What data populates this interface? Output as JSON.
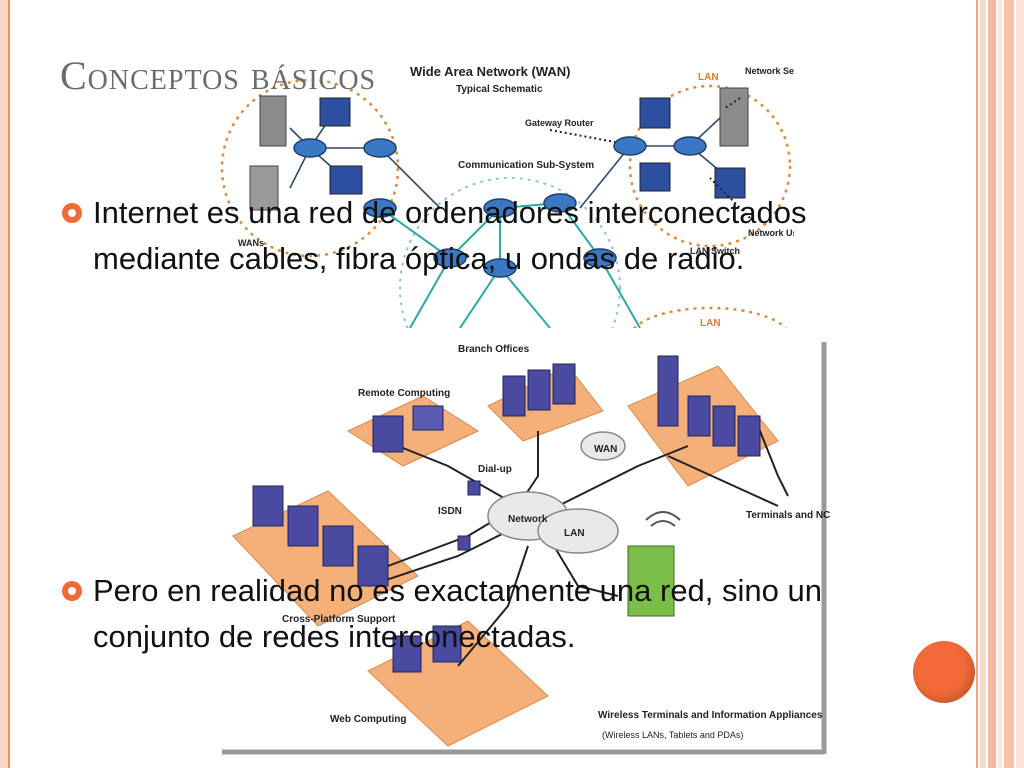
{
  "slide": {
    "title": "Conceptos básicos",
    "bullets": [
      "Internet es una red de ordenadores interconectados mediante cables, fibra óptica, u ondas de radio.",
      "Pero en realidad no es exactamente una red, sino un conjunto de redes interconectadas."
    ]
  },
  "wan_diagram": {
    "title": "Wide Area Network (WAN)",
    "subtitle": "Typical Schematic",
    "labels": {
      "lan_top": "LAN",
      "lan_bottom": "LAN",
      "network_servers": "Network Servers",
      "gateway_router": "Gateway Router",
      "communication_subsystem": "Communication Sub-System",
      "network_users": "Network Users",
      "wans": "WANs",
      "lan_switch": "LAN Switch"
    }
  },
  "enterprise_diagram": {
    "labels": {
      "branch_offices": "Branch Offices",
      "remote_computing": "Remote Computing",
      "dial_up": "Dial-up",
      "wan": "WAN",
      "isdn": "ISDN",
      "network": "Network",
      "lan": "LAN",
      "terminals": "Terminals and NCs",
      "cross_platform": "Cross-Platform Support",
      "web_computing": "Web Computing",
      "wireless": "Wireless Terminals and Information Appliances",
      "wireless_sub": "(Wireless LANs, Tablets and PDAs)"
    }
  },
  "colors": {
    "accent": "#f26a37",
    "title": "#6b6b6b",
    "text": "#111111"
  }
}
